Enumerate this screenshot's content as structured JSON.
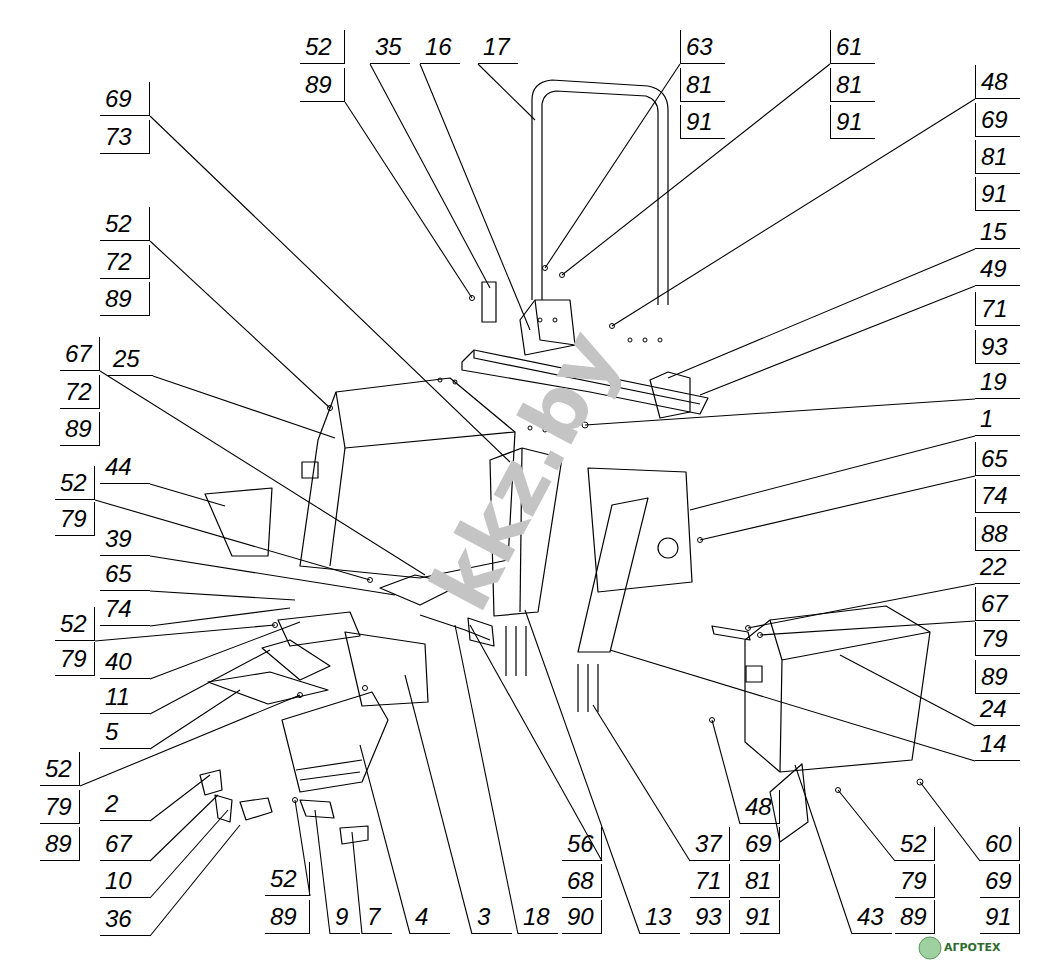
{
  "diagram": {
    "labels": [
      "52",
      "89",
      "35",
      "16",
      "17",
      "63",
      "81",
      "91",
      "61",
      "81",
      "91",
      "48",
      "69",
      "81",
      "91",
      "69",
      "73",
      "52",
      "72",
      "89",
      "67",
      "72",
      "89",
      "25",
      "44",
      "52",
      "79",
      "39",
      "65",
      "74",
      "52",
      "79",
      "40",
      "11",
      "5",
      "52",
      "79",
      "89",
      "2",
      "67",
      "10",
      "36",
      "15",
      "49",
      "71",
      "93",
      "19",
      "1",
      "65",
      "74",
      "88",
      "22",
      "67",
      "79",
      "89",
      "24",
      "14",
      "52",
      "89",
      "9",
      "7",
      "4",
      "3",
      "18",
      "56",
      "68",
      "90",
      "13",
      "37",
      "71",
      "93",
      "48",
      "69",
      "81",
      "91",
      "43",
      "52",
      "79",
      "89",
      "60",
      "69",
      "91",
      "kkz.by",
      "АГРОТЕХ"
    ]
  }
}
